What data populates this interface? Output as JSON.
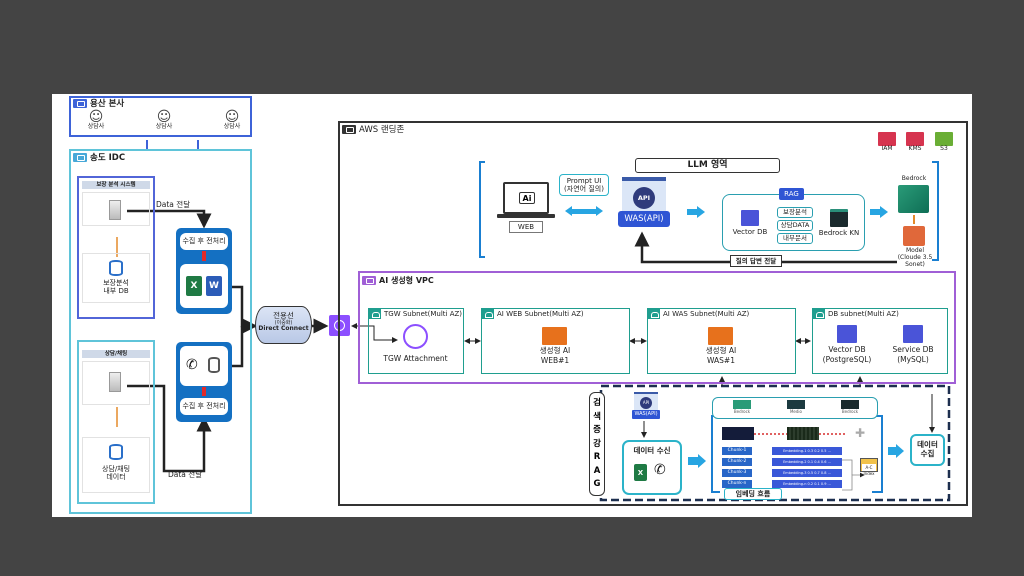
{
  "hq": {
    "title": "용산 본사",
    "agents": [
      "상담사",
      "상담사",
      "상담사"
    ]
  },
  "idc": {
    "title": "송도 IDC",
    "system1": {
      "label": "보장 분석 시스템",
      "db_label_line1": "보장분석",
      "db_label_line2": "내부 DB",
      "data_transfer": "Data 전달",
      "process_label": "수집 후 전처리"
    },
    "system2": {
      "label": "상담/채팅",
      "db_label_line1": "상담/채팅",
      "db_label_line2": "데이터",
      "data_transfer": "Data 전달",
      "process_label": "수집 후 전처리"
    }
  },
  "direct_connect": {
    "line1": "전용선",
    "line2": "(이중화)",
    "line3": "Direct Connect"
  },
  "aws": {
    "title": "AWS 랜딩존",
    "security": [
      {
        "label": "IAM",
        "color": "#d6344f"
      },
      {
        "label": "KMS",
        "color": "#d6344f"
      },
      {
        "label": "S3",
        "color": "#6aae35"
      }
    ],
    "web_label": "WEB",
    "prompt_line1": "Prompt UI",
    "prompt_line2": "(자연어 질의)",
    "llm_area": "LLM 영역",
    "was_label": "WAS(API)",
    "api_label": "API",
    "rag": {
      "title": "RAG",
      "vector_db": "Vector DB",
      "tags": [
        "보장분석",
        "상담DATA",
        "내부문서"
      ],
      "bedrock_kn": "Bedrock KN"
    },
    "answer_label": "질의 답변 전달",
    "bedrock": {
      "title": "Bedrock",
      "model_line1": "Model",
      "model_line2": "(Cloude 3.5",
      "model_line3": "Sonet)"
    },
    "vpc": {
      "title": "AI 생성형 VPC",
      "subnets": [
        {
          "title": "TGW Subnet(Multi AZ)",
          "items": [
            "TGW Attachment"
          ]
        },
        {
          "title": "AI WEB Subnet(Multi AZ)",
          "items": [
            "생성형 AI",
            "WEB#1"
          ]
        },
        {
          "title": "AI WAS Subnet(Multi AZ)",
          "items": [
            "생성형 AI",
            "WAS#1"
          ]
        },
        {
          "title": "DB subnet(Multi AZ)",
          "items": [
            "Vector DB",
            "(PostgreSQL)",
            "Service DB",
            "(MySQL)"
          ]
        }
      ]
    },
    "rag_pipeline": {
      "vertical_label": [
        "검",
        "색",
        "증",
        "강",
        "R",
        "A",
        "G"
      ],
      "was_label": "WAS(API)",
      "api_label": "API",
      "data_receive": "데이터 수신",
      "tools": [
        "Bedrock",
        "Medio",
        "Bedrock"
      ],
      "chunks": [
        "Chunk-1",
        "Chunk-2",
        "Chunk-3",
        "Chunk-n"
      ],
      "embeddings": [
        "Embedding-1 0.3 0.2 0.5 ...",
        "Embedding-2 0.1 0.4 0.6 ...",
        "Embedding-3 0.5 0.7 0.8 ...",
        "Embedding-n 0.2 0.1 0.9 ..."
      ],
      "index_label": "Index",
      "index_sub": "A-C",
      "embedding_flow": "임베딩 흐름",
      "data_collect_line1": "데이터",
      "data_collect_line2": "수집"
    }
  }
}
